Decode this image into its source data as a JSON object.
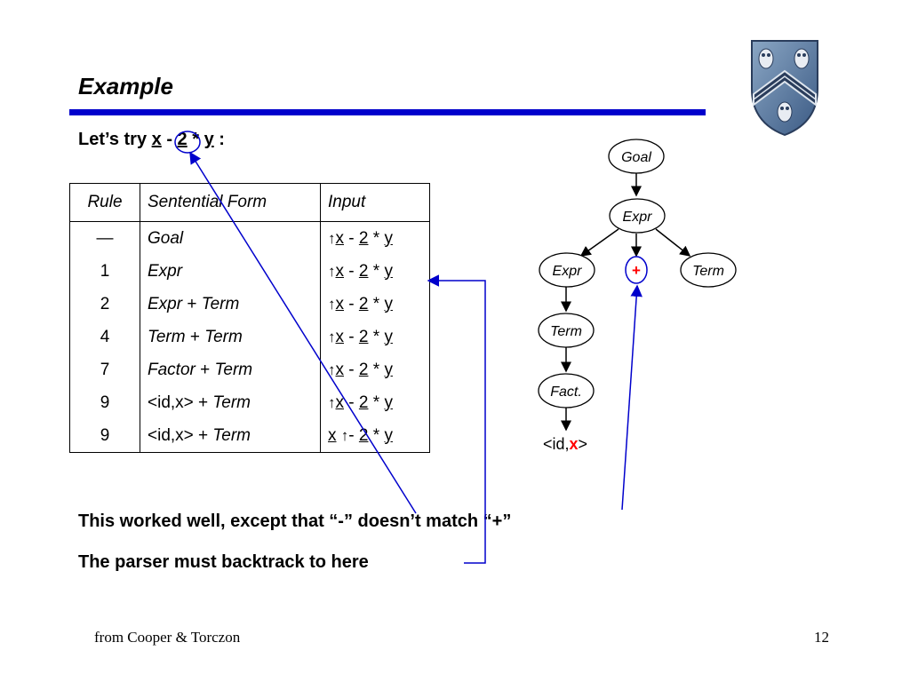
{
  "slide": {
    "title": "Example",
    "intro_prefix": "Let’s try",
    "intro_x": "x",
    "intro_minus": "-",
    "intro_two": "2",
    "intro_star": "*",
    "intro_y": "y",
    "intro_colon": ":",
    "sentence1": "This worked well, except that “-” doesn’t match “+”",
    "sentence2": "The parser must backtrack to here",
    "footer_source": "from Cooper & Torczon",
    "page_number": "12"
  },
  "table": {
    "headers": {
      "rule": "Rule",
      "form": "Sentential Form",
      "input": "Input"
    },
    "rows": [
      {
        "rule": "—",
        "form_a": "Goal",
        "form_b": "",
        "form_c": "",
        "pre": "",
        "x": "x",
        "mid": "-",
        "two": "2",
        "star": "*",
        "y": "y",
        "arrow_first": true
      },
      {
        "rule": "1",
        "form_a": "Expr",
        "form_b": "",
        "form_c": "",
        "x": "x",
        "mid": "-",
        "two": "2",
        "star": "*",
        "y": "y",
        "arrow_first": true
      },
      {
        "rule": "2",
        "form_a": "Expr",
        "form_b": " + ",
        "form_c": "Term",
        "x": "x",
        "mid": "-",
        "two": "2",
        "star": "*",
        "y": "y",
        "arrow_first": true
      },
      {
        "rule": "4",
        "form_a": "Term",
        "form_b": " + ",
        "form_c": "Term",
        "x": "x",
        "mid": "-",
        "two": "2",
        "star": "*",
        "y": "y",
        "arrow_first": true
      },
      {
        "rule": "7",
        "form_a": "Factor",
        "form_b": " + ",
        "form_c": "Term",
        "x": "x",
        "mid": "-",
        "two": "2",
        "star": "*",
        "y": "y",
        "arrow_first": true
      },
      {
        "rule": "9",
        "form_a": "<id,x>",
        "form_b": " + ",
        "form_c": "Term",
        "x": "x",
        "mid": "-",
        "two": "2",
        "star": "*",
        "y": "y",
        "arrow_first": true
      },
      {
        "rule": "9",
        "form_a": "<id,x>",
        "form_b": " + ",
        "form_c": "Term",
        "x": "x",
        "mid": "-",
        "two": "2",
        "star": "*",
        "y": "y",
        "arrow_first": false
      }
    ],
    "arrow_glyph": "↑"
  },
  "tree": {
    "goal": "Goal",
    "expr_top": "Expr",
    "expr_left": "Expr",
    "plus": "+",
    "term_right": "Term",
    "term_mid": "Term",
    "fact": "Fact.",
    "leaf_prefix": "<id,",
    "leaf_x": "x",
    "leaf_suffix": ">"
  },
  "colors": {
    "accent_blue": "#0000cc",
    "highlight_red": "#ff0000"
  },
  "icons": {
    "crest": "rice-university-shield-crest-icon"
  }
}
